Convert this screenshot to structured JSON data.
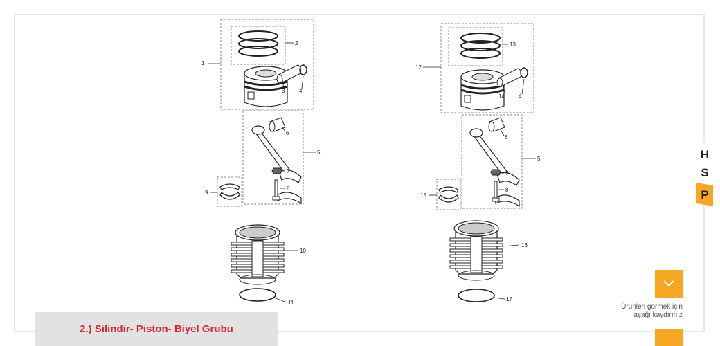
{
  "section": {
    "title": "2.) Silindir- Piston- Biyel Grubu"
  },
  "scroll_hint": {
    "line1": "Ürünleri görmek için",
    "line2": "aşağı kaydırınız"
  },
  "logo": {
    "letters": [
      "H",
      "S",
      "P"
    ]
  },
  "accent_color": "#f5a623",
  "title_color": "#d8282f",
  "icons": {
    "scroll": "chevron-down-icon"
  },
  "diagram_left": {
    "callouts": {
      "c1": "1",
      "c2": "2",
      "c3": "3",
      "c4": "4",
      "c5": "5",
      "c6": "6",
      "c7": "7",
      "c8": "8",
      "c9": "9",
      "c10": "10",
      "c11": "11"
    }
  },
  "diagram_right": {
    "callouts": {
      "c12": "12",
      "c13": "13",
      "c14": "14",
      "c4": "4",
      "c5": "5",
      "c6": "6",
      "c7": "7",
      "c8": "8",
      "c15": "15",
      "c16": "16",
      "c17": "17"
    }
  }
}
